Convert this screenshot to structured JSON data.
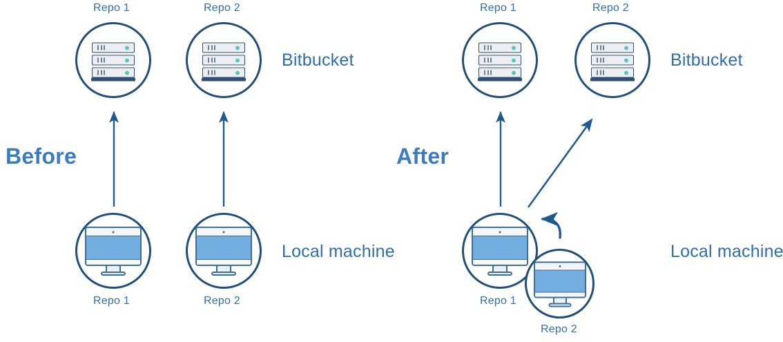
{
  "diagram": {
    "title_before": "Before",
    "title_after": "After",
    "row_labels": {
      "remote": "Bitbucket",
      "local": "Local machine"
    },
    "colors": {
      "circle_border": "#1f4f7a",
      "arrow": "#1f5b8f",
      "label_text": "#2f6fad",
      "section_text": "#3a7cbc",
      "monitor_screen": "#74addf",
      "server_dot": "#5ec4bd",
      "server_row": "#eceef1",
      "server_border": "#2d4f73",
      "background": "#ffffff"
    },
    "before": {
      "remote_nodes": [
        {
          "label": "Repo 1",
          "icon": "server-icon"
        },
        {
          "label": "Repo 2",
          "icon": "server-icon"
        }
      ],
      "local_nodes": [
        {
          "label": "Repo 1",
          "icon": "monitor-icon"
        },
        {
          "label": "Repo 2",
          "icon": "monitor-icon"
        }
      ],
      "arrows": [
        {
          "name": "push-arrow-repo1",
          "from": "local Repo 1",
          "to": "remote Repo 1"
        },
        {
          "name": "push-arrow-repo2",
          "from": "local Repo 2",
          "to": "remote Repo 2"
        }
      ]
    },
    "after": {
      "remote_nodes": [
        {
          "label": "Repo 1",
          "icon": "server-icon"
        },
        {
          "label": "Repo 2",
          "icon": "server-icon"
        }
      ],
      "local_nodes": [
        {
          "label": "Repo 1",
          "icon": "monitor-icon"
        },
        {
          "label": "Repo 2",
          "icon": "monitor-icon"
        }
      ],
      "arrows": [
        {
          "name": "push-arrow-repo1",
          "from": "local Repo 1",
          "to": "remote Repo 1"
        },
        {
          "name": "push-arrow-repo2-diagonal",
          "from": "local Repo 1",
          "to": "remote Repo 2"
        },
        {
          "name": "curved-link-arrow",
          "from": "local Repo 2",
          "to": "local Repo 1"
        }
      ]
    }
  }
}
